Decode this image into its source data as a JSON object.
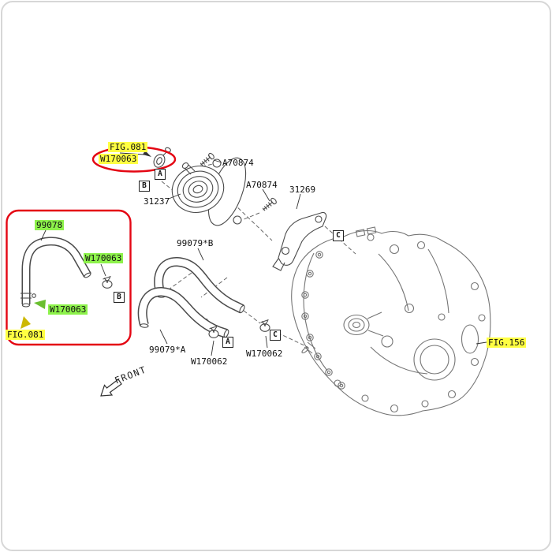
{
  "colors": {
    "highlight_yellow": "#ffff42",
    "highlight_green": "#8df24b",
    "marker_red": "#e40613",
    "diagram_line": "#4a4a4a",
    "case_line": "#757575"
  },
  "figure_refs": {
    "top": "FIG.081",
    "bottom_left": "FIG.081",
    "case": "FIG.156"
  },
  "parts": {
    "grommet_top": "W170063",
    "bolt_upper": "A70874",
    "bolt_lower": "A70874",
    "oil_cooler": "31237",
    "bracket": "31269",
    "hose_upper": "99079*B",
    "hose_lower": "99079*A",
    "clamp_lower_left": "W170062",
    "clamp_lower_right": "W170062",
    "breather_hose": "99078",
    "clamp_box_upper": "W170063",
    "clamp_box_lower": "W170063"
  },
  "callouts": {
    "a_top": "A",
    "b_top": "B",
    "c_upper": "C",
    "b_inset": "B",
    "a_mid": "A",
    "c_mid": "C"
  },
  "annotations": {
    "front": "FRONT"
  },
  "icons": {
    "front_arrow": "outline-arrow-pointing-lower-left",
    "red_selection_ellipse": "red-ellipse-marker-around-selected-part",
    "red_selection_box": "red-rounded-rectangle-marker-around-selected-assembly",
    "yellow_down_arrow": "yellow-arrow-to-fig-ref",
    "green_left_arrow": "green-arrow-to-clamp"
  }
}
